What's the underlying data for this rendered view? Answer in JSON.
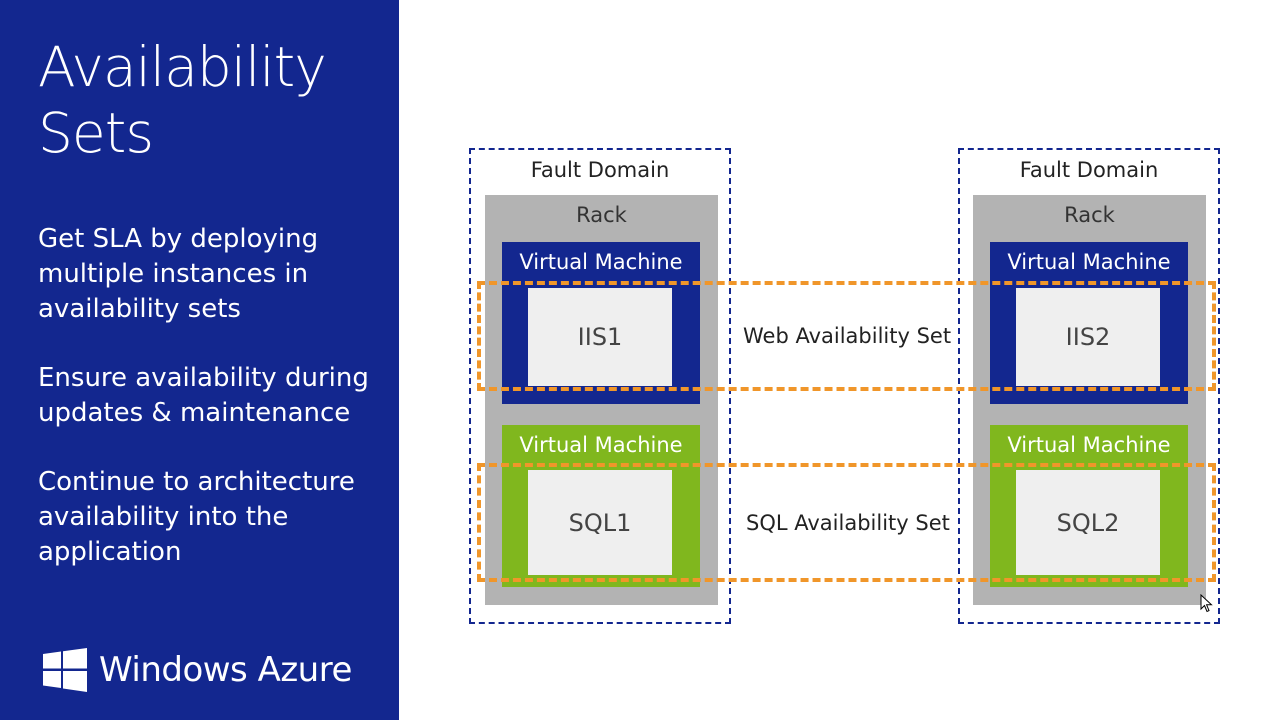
{
  "side": {
    "title_line1": "Availability",
    "title_line2": "Sets",
    "bullets": [
      "Get SLA by deploying multiple instances in availability sets",
      "Ensure availability during updates & maintenance",
      "Continue to architecture availability into the application"
    ],
    "logo": {
      "icon": "windows-logo-icon",
      "text": "Windows Azure"
    }
  },
  "diagram": {
    "fault_domain_label": "Fault Domain",
    "rack_label": "Rack",
    "vm_label": "Virtual Machine",
    "left": {
      "web_vm": "IIS1",
      "sql_vm": "SQL1"
    },
    "right": {
      "web_vm": "IIS2",
      "sql_vm": "SQL2"
    },
    "web_set_label": "Web Availability Set",
    "sql_set_label": "SQL Availability Set"
  },
  "colors": {
    "panel_blue": "#13278f",
    "vm_green": "#80b71e",
    "rack_gray": "#b3b3b3",
    "availability_set_orange": "#f0962a"
  }
}
